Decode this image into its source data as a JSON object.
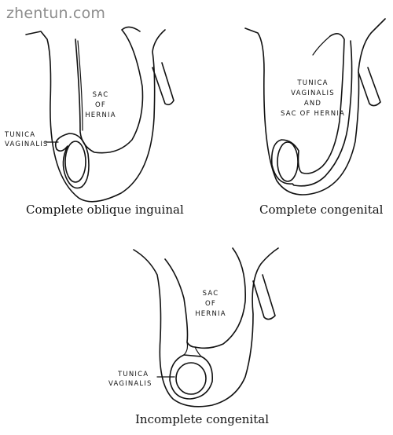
{
  "watermark": "zhentun.com",
  "panels": [
    {
      "caption": "Complete oblique inguinal",
      "sac_label": [
        "SAC",
        "OF",
        "HERNIA"
      ],
      "tunica_label": [
        "TUNICA",
        "VAGINALIS"
      ]
    },
    {
      "caption": "Complete congenital",
      "sac_label": [
        "TUNICA",
        "VAGINALIS",
        "AND",
        "SAC OF HERNIA"
      ]
    },
    {
      "caption": "Incomplete congenital",
      "sac_label": [
        "SAC",
        "OF",
        "HERNIA"
      ],
      "tunica_label": [
        "TUNICA",
        "VAGINALIS"
      ]
    }
  ]
}
